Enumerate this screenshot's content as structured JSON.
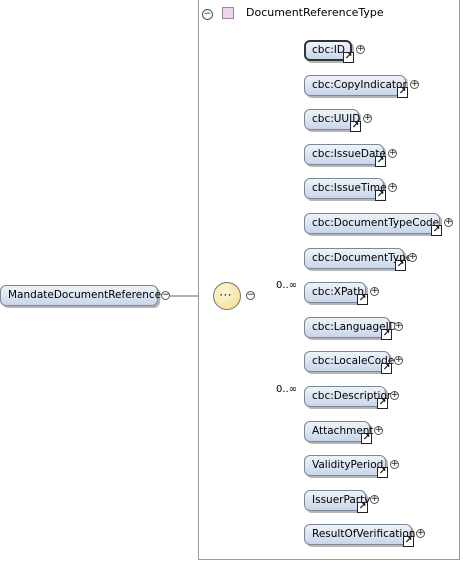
{
  "root": {
    "label": "MandateDocumentReference"
  },
  "type": {
    "label": "DocumentReferenceType",
    "collapse_symbol": "−"
  },
  "sequence": {
    "icon": "sequence-compositor-icon"
  },
  "symbols": {
    "plus": "+",
    "minus": "−",
    "ref": "↗"
  },
  "elements": [
    {
      "label": "cbc:ID",
      "ref": true,
      "card": "",
      "active": true
    },
    {
      "label": "cbc:CopyIndicator",
      "ref": true,
      "card": ""
    },
    {
      "label": "cbc:UUID",
      "ref": true,
      "card": ""
    },
    {
      "label": "cbc:IssueDate",
      "ref": true,
      "card": ""
    },
    {
      "label": "cbc:IssueTime",
      "ref": true,
      "card": ""
    },
    {
      "label": "cbc:DocumentTypeCode",
      "ref": true,
      "card": ""
    },
    {
      "label": "cbc:DocumentType",
      "ref": true,
      "card": ""
    },
    {
      "label": "cbc:XPath",
      "ref": true,
      "card": "0..∞"
    },
    {
      "label": "cbc:LanguageID",
      "ref": true,
      "card": ""
    },
    {
      "label": "cbc:LocaleCode",
      "ref": true,
      "card": ""
    },
    {
      "label": "cbc:Description",
      "ref": true,
      "card": "0..∞"
    },
    {
      "label": "Attachment",
      "ref": true,
      "card": ""
    },
    {
      "label": "ValidityPeriod",
      "ref": true,
      "card": ""
    },
    {
      "label": "IssuerParty",
      "ref": true,
      "card": ""
    },
    {
      "label": "ResultOfVerification",
      "ref": true,
      "card": ""
    }
  ]
}
